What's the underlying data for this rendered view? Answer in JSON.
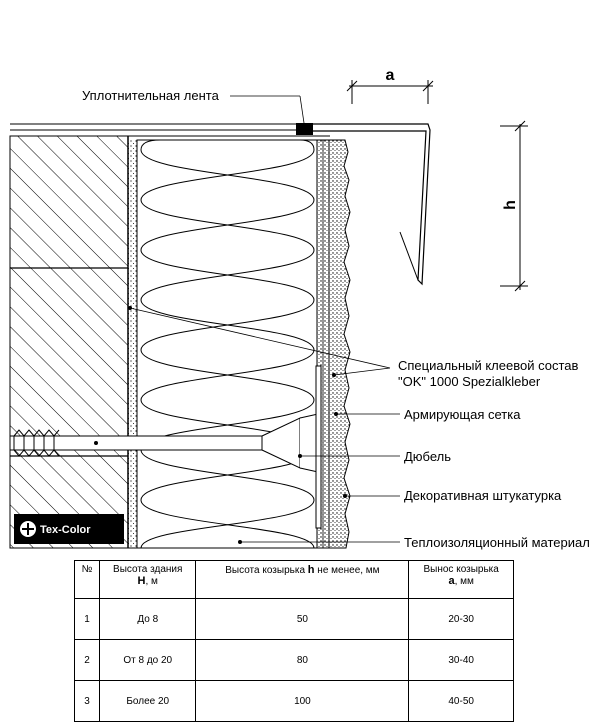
{
  "labels": {
    "sealing_tape": "Уплотнительная лента",
    "adhesive_line1": "Специальный клеевой состав",
    "adhesive_line2": "\"OK\" 1000 Spezialkleber",
    "mesh": "Армирующая сетка",
    "dowel": "Дюбель",
    "plaster": "Декоративная штукатурка",
    "insulation": "Теплоизоляционный материал"
  },
  "dimensions": {
    "a": "a",
    "h": "h"
  },
  "logo": "Tex-Color",
  "table": {
    "headers": [
      {
        "pre": "№",
        "sym": "",
        "post": ""
      },
      {
        "pre": "Высота здания",
        "sym": "H",
        "post": ", м"
      },
      {
        "pre": "Высота козырька ",
        "sym": "h",
        "post": " не менее, мм"
      },
      {
        "pre": "Вынос козырька",
        "sym": "a",
        "post": ", мм"
      }
    ],
    "rows": [
      [
        "1",
        "До 8",
        "50",
        "20-30"
      ],
      [
        "2",
        "От 8 до 20",
        "80",
        "30-40"
      ],
      [
        "3",
        "Более 20",
        "100",
        "40-50"
      ]
    ]
  },
  "colors": {
    "line": "#000000",
    "background": "#ffffff",
    "logo_bg": "#000000"
  }
}
